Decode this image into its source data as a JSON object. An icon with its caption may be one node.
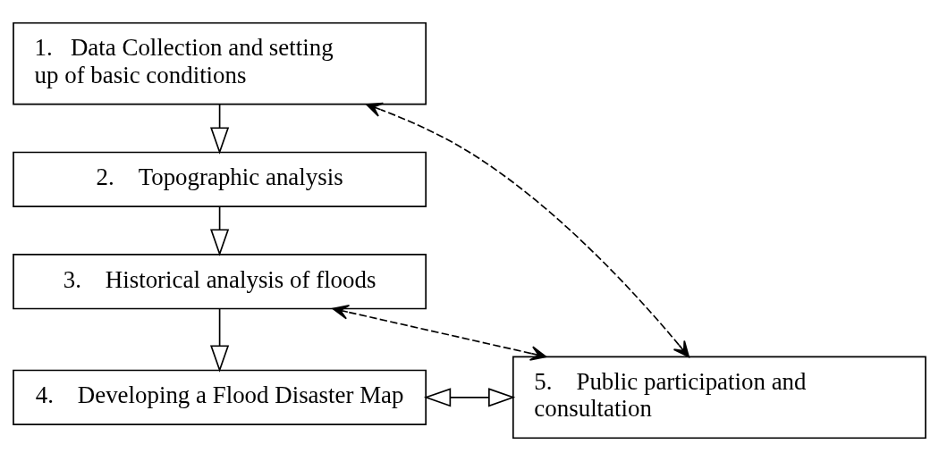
{
  "diagram": {
    "nodes": [
      {
        "text": [
          "1.   Data Collection and setting up of basic conditions"
        ]
      },
      {
        "text": [
          "2.    Topographic analysis"
        ]
      },
      {
        "text": [
          "3.    Historical analysis of floods"
        ]
      },
      {
        "text": [
          "4.    Developing a Flood Disaster Map"
        ]
      },
      {
        "text": [
          "5.    Public participation and consultation"
        ]
      }
    ],
    "edges": [
      {
        "from": 0,
        "to": 1,
        "arrow": "to"
      },
      {
        "from": 1,
        "to": 2,
        "arrow": "to"
      },
      {
        "from": 2,
        "to": 3,
        "arrow": "to"
      },
      {
        "from": 3,
        "to": 4,
        "arrow": "both"
      },
      {
        "from": 4,
        "to": 0,
        "arrow": "both",
        "style": "dashed"
      },
      {
        "from": 4,
        "to": 2,
        "arrow": "both",
        "style": "dashed"
      }
    ]
  }
}
